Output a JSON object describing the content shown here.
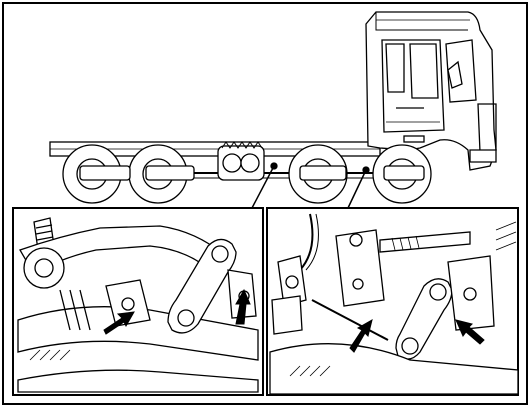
{
  "figure": {
    "type": "technical-line-drawing",
    "subject": "truck-chassis-with-axles",
    "detail_panels": 2,
    "stroke_color": "#000000",
    "background_color": "#ffffff",
    "arrow_color": "#000000"
  }
}
